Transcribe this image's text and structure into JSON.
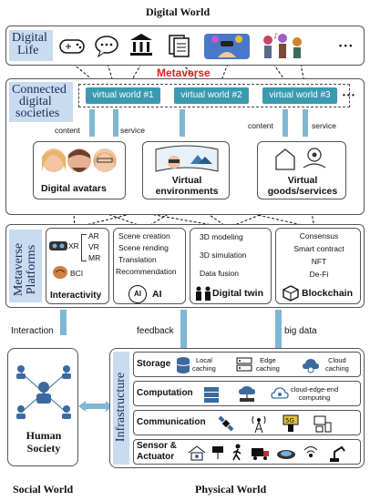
{
  "titles": {
    "digital_world": "Digital World",
    "social_world": "Social World",
    "physical_world": "Physical World"
  },
  "digital_life": {
    "label_line1": "Digital",
    "label_line2": "Life",
    "more": "• • •",
    "icons": [
      "gamepad-icon",
      "chat-icon",
      "bank-icon",
      "documents-icon",
      "vr-user-icon",
      "music-people-icon"
    ]
  },
  "metaverse_label": "Metaverse",
  "connected": {
    "label_line1": "Connected",
    "label_line2": "digital",
    "label_line3": "societies",
    "worlds": [
      "virtual world #1",
      "virtual world #2",
      "virtual world #3"
    ],
    "more": "• • •",
    "content_left": "content",
    "service_left": "service",
    "content_right": "content",
    "service_right": "service",
    "avatars_label": "Digital avatars",
    "env_label_line1": "Virtual",
    "env_label_line2": "environments",
    "goods_label_line1": "Virtual",
    "goods_label_line2": "goods/services"
  },
  "platforms": {
    "label_line1": "Metaverse",
    "label_line2": "Platforms",
    "interactivity": {
      "items": [
        "AR",
        "XR",
        "VR",
        "MR",
        "BCI"
      ],
      "title": "Interactivity"
    },
    "ai": {
      "items": [
        "Scene creation",
        "Scene rending",
        "Translation",
        "Recommendation"
      ],
      "badge": "AI",
      "title": "AI"
    },
    "twin": {
      "items": [
        "3D modeling",
        "3D simulation",
        "Data fusion"
      ],
      "title": "Digital twin"
    },
    "blockchain": {
      "items": [
        "Consensus",
        "Smart contract",
        "NFT",
        "De-Fi"
      ],
      "title": "Blockchain"
    }
  },
  "flows": {
    "interaction": "Interaction",
    "feedback": "feedback",
    "big_data": "big data"
  },
  "human_society": {
    "line1": "Human",
    "line2": "Society"
  },
  "infrastructure": {
    "label": "Infrastructure",
    "rows": [
      {
        "title": "Storage",
        "items": [
          {
            "icon": "database-icon",
            "text1": "Local",
            "text2": "caching"
          },
          {
            "icon": "server-icon",
            "text1": "Edge",
            "text2": "caching"
          },
          {
            "icon": "cloud-icon",
            "text1": "Cloud",
            "text2": "caching"
          }
        ]
      },
      {
        "title": "Computation",
        "items": [
          {
            "icon": "server-rack-icon",
            "text1": "",
            "text2": ""
          },
          {
            "icon": "edge-node-icon",
            "text1": "",
            "text2": ""
          },
          {
            "icon": "cloud-compute-icon",
            "text1": "cloud-edge-end",
            "text2": "computing"
          }
        ]
      },
      {
        "title": "Communication",
        "items": [
          {
            "icon": "satellite-icon",
            "text1": "",
            "text2": ""
          },
          {
            "icon": "antenna-icon",
            "text1": "",
            "text2": ""
          },
          {
            "icon": "5g-icon",
            "text1": "",
            "text2": ""
          },
          {
            "icon": "devices-icon",
            "text1": "",
            "text2": ""
          }
        ]
      },
      {
        "title": "Sensor &",
        "title2": "Actuator",
        "items": []
      }
    ]
  }
}
